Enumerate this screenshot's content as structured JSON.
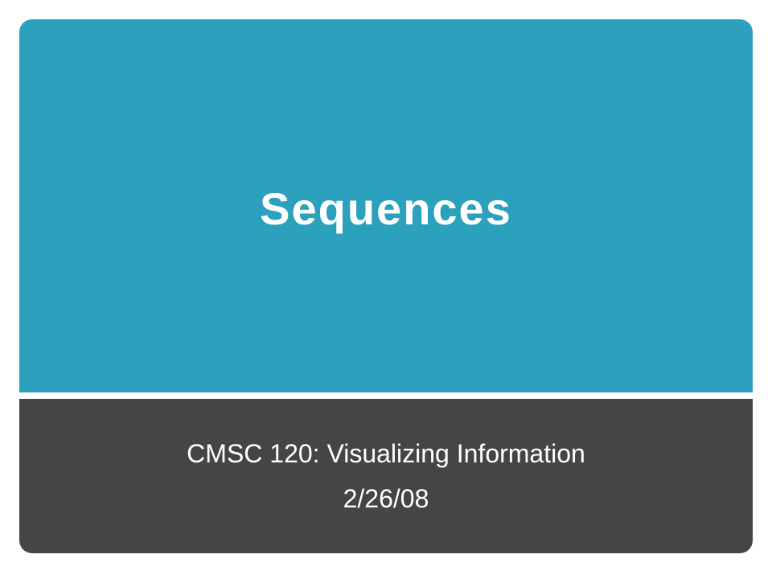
{
  "slide": {
    "title": "Sequences",
    "subtitle_line1": "CMSC 120: Visualizing Information",
    "subtitle_line2": "2/26/08"
  },
  "colors": {
    "title_panel": "#2ca1bd",
    "subtitle_panel": "#454545",
    "text": "#ffffff",
    "background": "#ffffff"
  }
}
